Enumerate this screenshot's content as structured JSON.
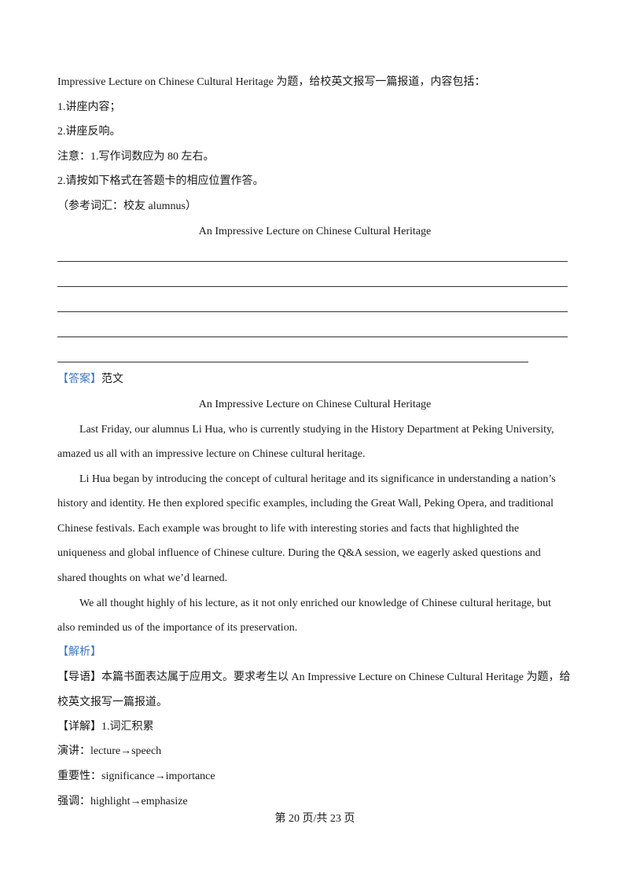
{
  "prompt": {
    "intro": "Impressive Lecture on Chinese Cultural Heritage 为题，给校英文报写一篇报道，内容包括：",
    "point1": "1.讲座内容；",
    "point2": "2.讲座反响。",
    "note1": "注意：1.写作词数应为  80 左右。",
    "note2": "2.请按如下格式在答题卡的相应位置作答。",
    "vocab": "（参考词汇：校友   alumnus）",
    "title": "An Impressive Lecture on Chinese Cultural Heritage"
  },
  "answer": {
    "label": "【答案】",
    "label_suffix": "范文",
    "title": "An Impressive Lecture on Chinese Cultural Heritage",
    "p1_l1": "Last Friday, our alumnus Li Hua, who is currently studying in the History Department at Peking University,",
    "p1_l2": "amazed us all with an impressive lecture on Chinese cultural heritage.",
    "p2_l1": "Li Hua began by introducing the concept of cultural heritage and its significance in understanding a nation’s",
    "p2_l2": "history and identity. He then explored specific examples, including the Great Wall, Peking Opera, and traditional",
    "p2_l3": "Chinese festivals. Each example was brought to life with interesting stories and facts that highlighted the",
    "p2_l4": "uniqueness and global influence of Chinese culture. During the Q&A session, we eagerly asked questions and",
    "p2_l5": "shared thoughts on what we’d learned.",
    "p3_l1": "We all thought highly of his lecture, as it not only enriched our knowledge of Chinese cultural heritage, but",
    "p3_l2": "also reminded us of the importance of its preservation."
  },
  "analysis": {
    "label": "【解析】",
    "guide_l1": "【导语】本篇书面表达属于应用文。要求考生以  An Impressive Lecture on Chinese Cultural Heritage 为题，给",
    "guide_l2": "校英文报写一篇报道。",
    "detail": "【详解】1.词汇积累",
    "v1": "演讲：lecture→speech",
    "v2": "重要性：significance→importance",
    "v3": "强调：highlight→emphasize"
  },
  "footer": {
    "page": "第 20 页/共 23 页"
  }
}
